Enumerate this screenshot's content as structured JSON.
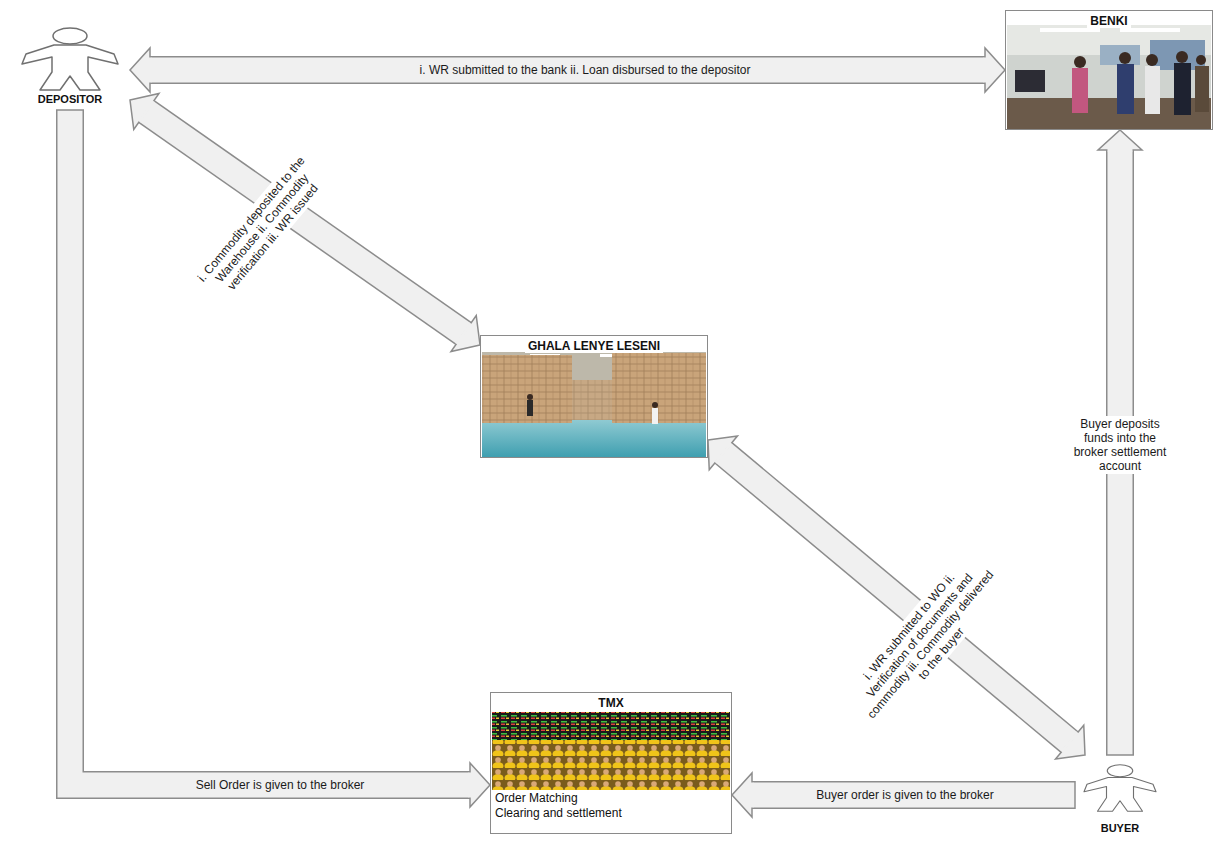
{
  "diagram": {
    "nodes": [
      {
        "text": [
          "DEPOSITOR"
        ]
      },
      {
        "text": [
          "BENKI"
        ]
      },
      {
        "text": [
          "GHALA LENYE LESENI"
        ]
      },
      {
        "text": [
          "TMX",
          "Order Matching Clearing and settlement"
        ]
      },
      {
        "text": [
          "BUYER"
        ]
      }
    ],
    "edges": [
      {
        "from": 0,
        "to": 1,
        "label": "i. WR submitted to the bank ii. Loan disbursed to the depositor",
        "arrow": "both"
      },
      {
        "from": 0,
        "to": 2,
        "label": "i. Commodity deposited to the Warehouse ii. Commodity verification iii. WR issued",
        "arrow": "both"
      },
      {
        "from": 0,
        "to": 3,
        "label": "Sell Order is given to the broker",
        "arrow": "to"
      },
      {
        "from": 2,
        "to": 4,
        "label": "i. WR submitted to WO ii. Verification of documents and commodity iii. Commodity delivered to the buyer",
        "arrow": "both"
      },
      {
        "from": 4,
        "to": 3,
        "label": "Buyer order is given to the broker",
        "arrow": "to"
      },
      {
        "from": 4,
        "to": 1,
        "label": "Buyer deposits funds into the broker settlement account",
        "arrow": "to"
      }
    ]
  }
}
